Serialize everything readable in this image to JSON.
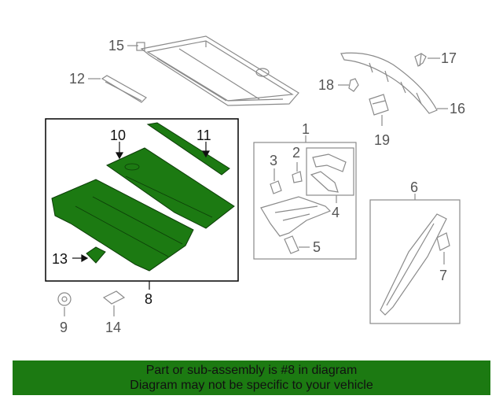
{
  "callouts": {
    "c1": "1",
    "c2": "2",
    "c3": "3",
    "c4": "4",
    "c5": "5",
    "c6": "6",
    "c7": "7",
    "c8": "8",
    "c9": "9",
    "c10": "10",
    "c11": "11",
    "c12": "12",
    "c13": "13",
    "c14": "14",
    "c15": "15",
    "c16": "16",
    "c17": "17",
    "c18": "18",
    "c19": "19"
  },
  "banner": {
    "line1": "Part or sub-assembly is #8 in diagram",
    "line2": "Diagram may not be specific to your vehicle"
  },
  "colors": {
    "highlight": "#1c7a12",
    "outline": "#888888",
    "frame": "#000000"
  }
}
